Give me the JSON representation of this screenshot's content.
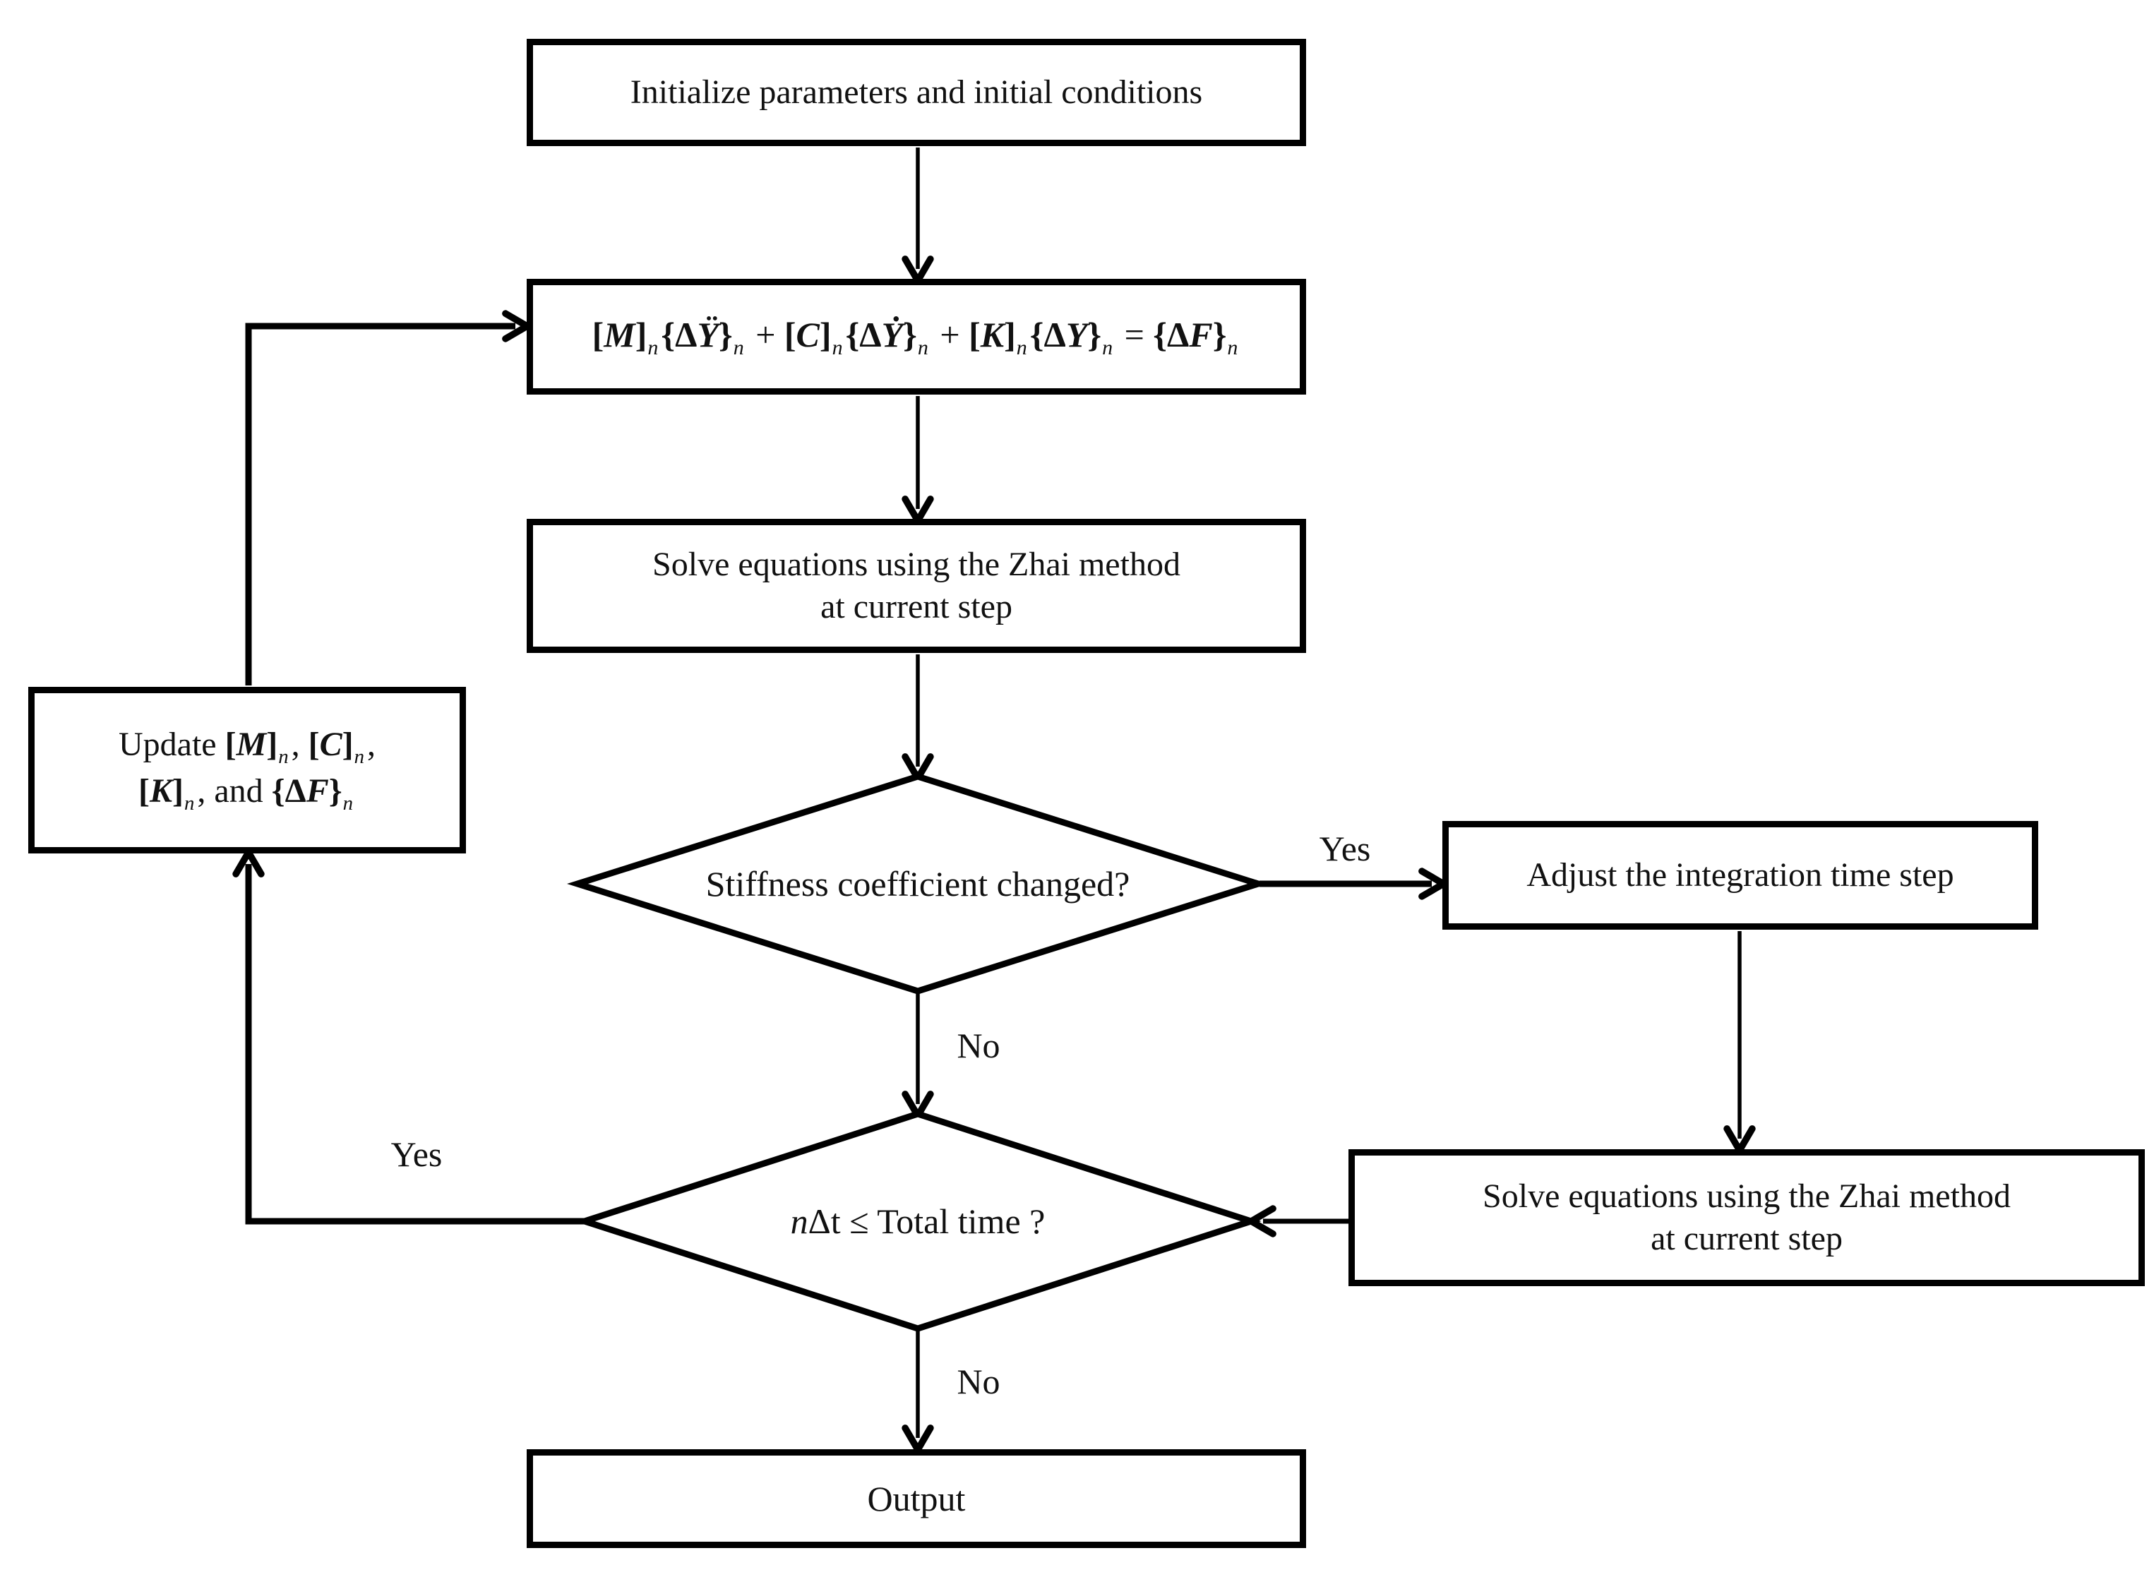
{
  "colors": {
    "line": "#000000",
    "background": "#ffffff",
    "text": "#111111"
  },
  "nodes": {
    "init": {
      "label": "Initialize parameters and initial conditions"
    },
    "equation": {
      "parts": [
        {
          "t": "[",
          "s": "b"
        },
        {
          "t": "M",
          "s": "bi"
        },
        {
          "t": "]",
          "s": "b"
        },
        {
          "t": "n",
          "s": "sub"
        },
        {
          "t": "{Δ",
          "s": "b"
        },
        {
          "t": "Ÿ",
          "s": "bi"
        },
        {
          "t": "}",
          "s": "b"
        },
        {
          "t": "n",
          "s": "sub"
        },
        {
          "t": " + ",
          "s": "p"
        },
        {
          "t": "[",
          "s": "b"
        },
        {
          "t": "C",
          "s": "bi"
        },
        {
          "t": "]",
          "s": "b"
        },
        {
          "t": "n",
          "s": "sub"
        },
        {
          "t": "{Δ",
          "s": "b"
        },
        {
          "t": "Ẏ",
          "s": "bi"
        },
        {
          "t": "}",
          "s": "b"
        },
        {
          "t": "n",
          "s": "sub"
        },
        {
          "t": " + ",
          "s": "p"
        },
        {
          "t": "[",
          "s": "b"
        },
        {
          "t": "K",
          "s": "bi"
        },
        {
          "t": "]",
          "s": "b"
        },
        {
          "t": "n",
          "s": "sub"
        },
        {
          "t": "{Δ",
          "s": "b"
        },
        {
          "t": "Y",
          "s": "bi"
        },
        {
          "t": "}",
          "s": "b"
        },
        {
          "t": "n",
          "s": "sub"
        },
        {
          "t": " = ",
          "s": "p"
        },
        {
          "t": "{Δ",
          "s": "b"
        },
        {
          "t": "F",
          "s": "bi"
        },
        {
          "t": "}",
          "s": "b"
        },
        {
          "t": "n",
          "s": "sub"
        }
      ]
    },
    "solve1": {
      "line1": "Solve equations using the Zhai method",
      "line2": "at current step"
    },
    "decision1": {
      "label": "Stiffness coefficient changed?"
    },
    "adjust": {
      "label": "Adjust the integration time step"
    },
    "solve2": {
      "line1": "Solve equations using the Zhai method",
      "line2": "at current step"
    },
    "update": {
      "parts1": [
        {
          "t": "Update ",
          "s": "p"
        },
        {
          "t": "[",
          "s": "b"
        },
        {
          "t": "M",
          "s": "bi"
        },
        {
          "t": "]",
          "s": "b"
        },
        {
          "t": "n",
          "s": "sub"
        },
        {
          "t": ", ",
          "s": "p"
        },
        {
          "t": "[",
          "s": "b"
        },
        {
          "t": "C",
          "s": "bi"
        },
        {
          "t": "]",
          "s": "b"
        },
        {
          "t": "n",
          "s": "sub"
        },
        {
          "t": ",",
          "s": "p"
        }
      ],
      "parts2": [
        {
          "t": "[",
          "s": "b"
        },
        {
          "t": "K",
          "s": "bi"
        },
        {
          "t": "]",
          "s": "b"
        },
        {
          "t": "n",
          "s": "sub"
        },
        {
          "t": ", and ",
          "s": "p"
        },
        {
          "t": "{Δ",
          "s": "b"
        },
        {
          "t": "F",
          "s": "bi"
        },
        {
          "t": "}",
          "s": "b"
        },
        {
          "t": "n",
          "s": "sub"
        }
      ]
    },
    "decision2": {
      "parts": [
        {
          "t": "n",
          "s": "it"
        },
        {
          "t": "Δt ≤ Total time ?",
          "s": "p"
        }
      ]
    },
    "output": {
      "label": "Output"
    }
  },
  "labels": {
    "yes1": "Yes",
    "no1": "No",
    "yes2": "Yes",
    "no2": "No"
  }
}
